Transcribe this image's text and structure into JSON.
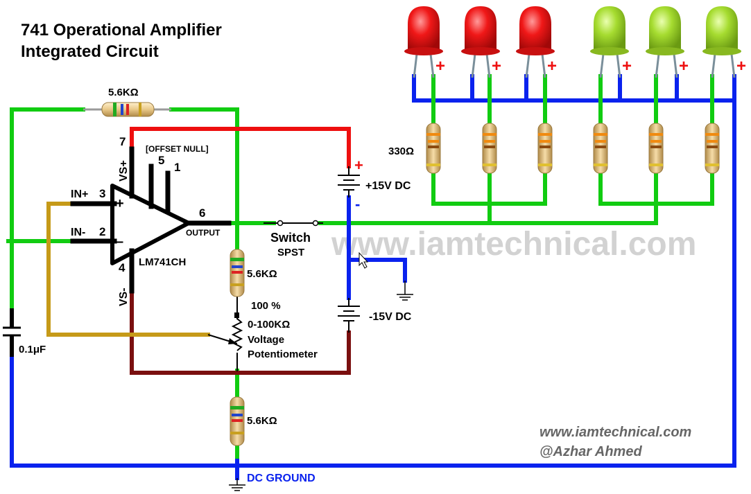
{
  "title": {
    "line1": "741 Operational Amplifier",
    "line2": "Integrated Circuit"
  },
  "opamp": {
    "part": "LM741CH",
    "pin7": "7",
    "pin5": "5",
    "pin1": "1",
    "pin3": "3",
    "pin2": "2",
    "pin4": "4",
    "pin6": "6",
    "vs_plus": "VS+",
    "vs_minus": "VS-",
    "in_plus": "IN+",
    "in_minus": "IN-",
    "output": "OUTPUT",
    "offset_null": "[OFFSET NULL]",
    "plus_sign": "+",
    "minus_sign": "–"
  },
  "components": {
    "feedback_resistor": "5.6KΩ",
    "led_resistor": "330Ω",
    "capacitor": "0.1μF",
    "pot_top_resistor": "5.6KΩ",
    "pot_bottom_resistor": "5.6KΩ",
    "pot_percent": "100 %",
    "pot_range": "0-100KΩ",
    "pot_label1": "Voltage",
    "pot_label2": "Potentiometer",
    "switch1": "Switch",
    "switch2": "SPST",
    "supply_pos": "+15V DC",
    "supply_neg": "-15V DC",
    "batt_plus": "+",
    "batt_minus": "-",
    "ground": "DC GROUND",
    "led_plus": "+"
  },
  "watermark": "www.iamtechnical.com",
  "credits": {
    "site": "www.iamtechnical.com",
    "author": "@Azhar Ahmed"
  },
  "colors": {
    "green": "#11cc11",
    "blue": "#0a22ee",
    "red": "#ee0f0f",
    "darkred": "#7a0f0f",
    "mustard": "#c69a18",
    "black": "#000000",
    "led_red": "#ee1111",
    "led_green": "#9ad32a"
  }
}
